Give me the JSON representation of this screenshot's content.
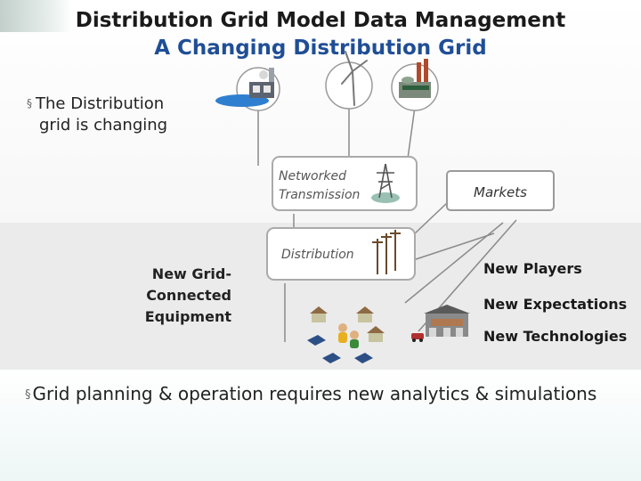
{
  "title": "Distribution Grid Model Data Management",
  "subtitle": "A Changing Distribution Grid",
  "bullets": {
    "first_line1": "The Distribution",
    "first_line2": "grid is changing",
    "second": "Grid planning & operation requires new analytics & simulations",
    "marker": "§"
  },
  "diagram": {
    "networked_line1": "Networked",
    "networked_line2": "Transmission",
    "distribution": "Distribution",
    "markets": "Markets",
    "left_label": [
      "New Grid-",
      "Connected",
      "Equipment"
    ],
    "right_labels": [
      "New Players",
      "New Expectations",
      "New Technologies"
    ]
  },
  "icons": [
    "factory-icon",
    "wind-turbine-icon",
    "power-plant-icon",
    "transmission-tower-icon",
    "utility-poles-icon",
    "house-icon",
    "solar-panel-icon",
    "person-icon",
    "electric-car-icon",
    "storefront-icon"
  ],
  "colors": {
    "title": "#1a1a1a",
    "subtitle": "#1f4e96",
    "line": "#8a8a8a",
    "box_border": "#aaaaaa"
  }
}
